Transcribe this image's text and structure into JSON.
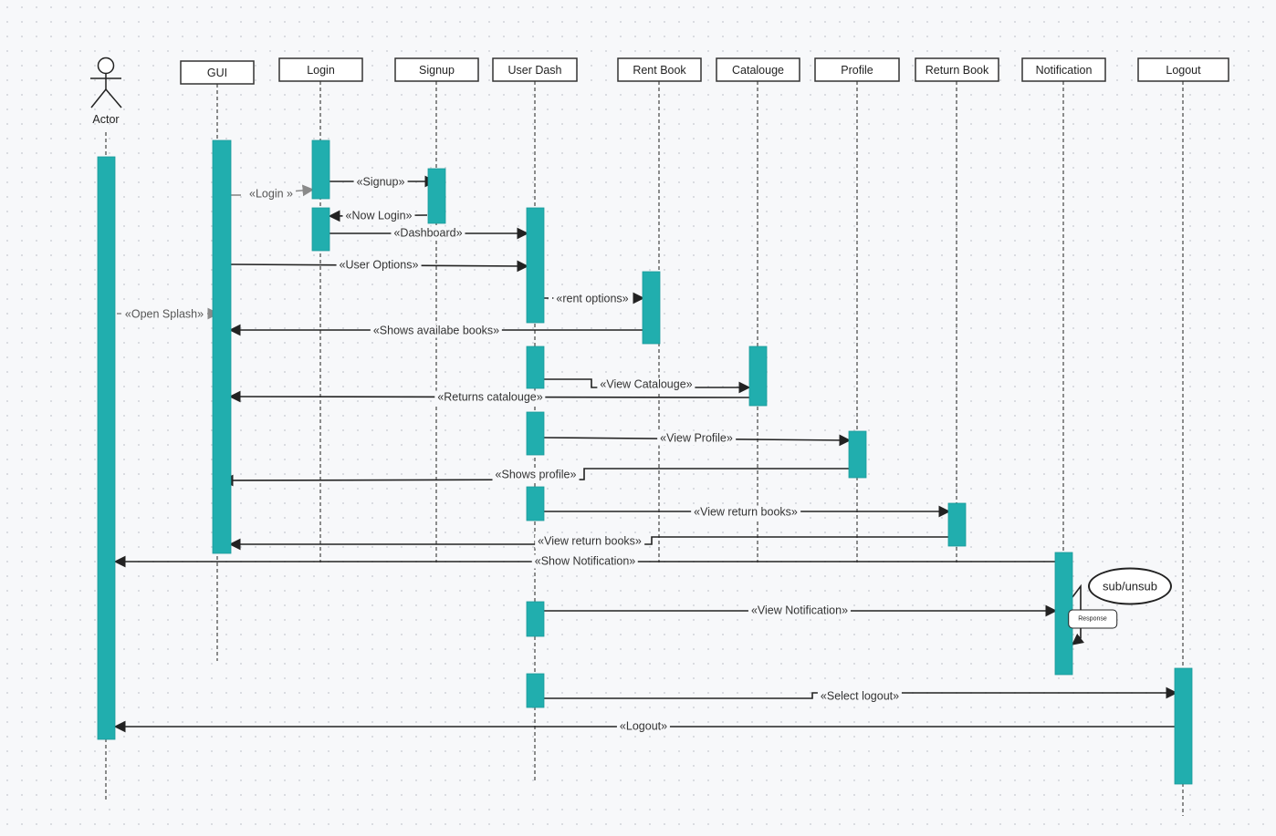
{
  "colors": {
    "activation": "#21aeae",
    "line": "#222222",
    "lifeline": "#444444",
    "muted": "#8a8a8a"
  },
  "actor": {
    "label": "Actor"
  },
  "participants": [
    {
      "id": "gui",
      "label": "GUI"
    },
    {
      "id": "login",
      "label": "Login"
    },
    {
      "id": "signup",
      "label": "Signup"
    },
    {
      "id": "dash",
      "label": "User Dash"
    },
    {
      "id": "rent",
      "label": "Rent Book"
    },
    {
      "id": "cat",
      "label": "Catalouge"
    },
    {
      "id": "profile",
      "label": "Profile"
    },
    {
      "id": "ret",
      "label": "Return Book"
    },
    {
      "id": "notif",
      "label": "Notification"
    },
    {
      "id": "logout",
      "label": "Logout"
    }
  ],
  "messages": [
    {
      "label": "«Login »",
      "from": "gui",
      "to": "login",
      "style": "muted-dashed"
    },
    {
      "label": "«Signup»",
      "from": "login",
      "to": "signup"
    },
    {
      "label": "«Now Login»",
      "from": "signup",
      "to": "login"
    },
    {
      "label": "«Dashboard»",
      "from": "login",
      "to": "dash"
    },
    {
      "label": "«User Options»",
      "from": "gui",
      "to": "dash"
    },
    {
      "label": "«rent options»",
      "from": "dash",
      "to": "rent",
      "style": "dashed"
    },
    {
      "label": "«Open Splash»",
      "from": "actor",
      "to": "gui",
      "style": "muted-dashed"
    },
    {
      "label": "«Shows availabe books»",
      "from": "rent",
      "to": "gui"
    },
    {
      "label": "«View Catalouge»",
      "from": "dash",
      "to": "cat"
    },
    {
      "label": "«Returns catalouge»",
      "from": "cat",
      "to": "gui"
    },
    {
      "label": "«View Profile»",
      "from": "dash",
      "to": "profile"
    },
    {
      "label": "«Shows profile»",
      "from": "profile",
      "to": "gui"
    },
    {
      "label": "«View return books»",
      "from": "dash",
      "to": "ret"
    },
    {
      "label": "«View return books»",
      "from": "ret",
      "to": "gui"
    },
    {
      "label": "«Show Notification»",
      "from": "notif",
      "to": "actor"
    },
    {
      "label": "«View Notification»",
      "from": "dash",
      "to": "notif"
    },
    {
      "label": "«Select logout»",
      "from": "dash",
      "to": "logout"
    },
    {
      "label": "«Logout»",
      "from": "logout",
      "to": "actor"
    }
  ],
  "annotations": {
    "sub_unsub": "sub/unsub",
    "response": "Response"
  }
}
